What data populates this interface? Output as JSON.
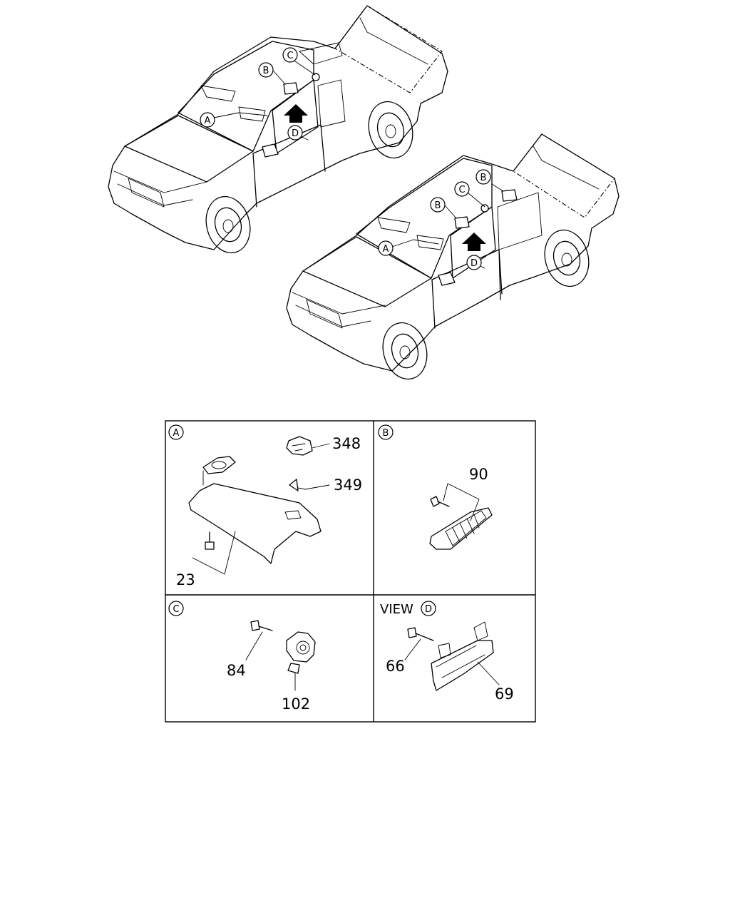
{
  "callouts": {
    "truck1": {
      "a": "A",
      "b": "B",
      "c": "C",
      "d": "D"
    },
    "truck2": {
      "a": "A",
      "b1": "B",
      "b2": "B",
      "c": "C",
      "d": "D"
    }
  },
  "panels": {
    "a": {
      "label": "A",
      "parts": [
        "348",
        "349",
        "23"
      ]
    },
    "b": {
      "label": "B",
      "parts": [
        "90"
      ]
    },
    "c": {
      "label": "C",
      "parts": [
        "84",
        "102"
      ]
    },
    "d": {
      "prefix": "VIEW",
      "label": "D",
      "parts": [
        "66",
        "69"
      ]
    }
  }
}
